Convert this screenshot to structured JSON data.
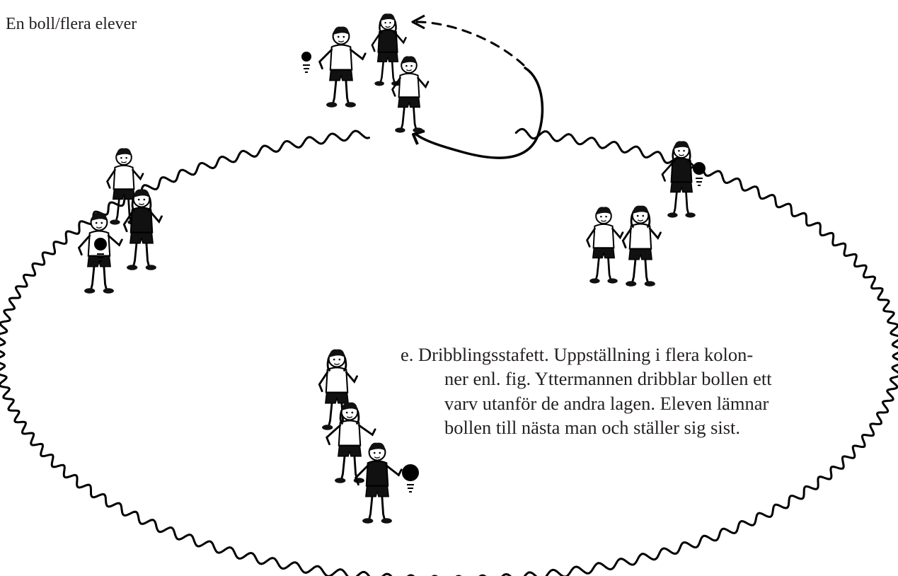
{
  "header": {
    "caption": "En boll/flera elever"
  },
  "description": {
    "lines": [
      "e. Dribblingsstafett. Uppställning i flera kolon-",
      "ner enl. fig. Yttermannen dribblar bollen ett",
      "varv utanför de andra lagen. Eleven lämnar",
      "bollen till nästa man och ställer sig sist."
    ]
  },
  "diagram": {
    "line_color": "#000000",
    "figure_fill": "#ffffff",
    "shorts_color": "#111111",
    "ball_color": "#000000",
    "groups": [
      {
        "name": "top",
        "figures": 3,
        "ball": true
      },
      {
        "name": "left",
        "figures": 3,
        "ball": true
      },
      {
        "name": "right",
        "figures": 3,
        "ball": true
      },
      {
        "name": "bottom",
        "figures": 3,
        "ball": true
      }
    ]
  }
}
